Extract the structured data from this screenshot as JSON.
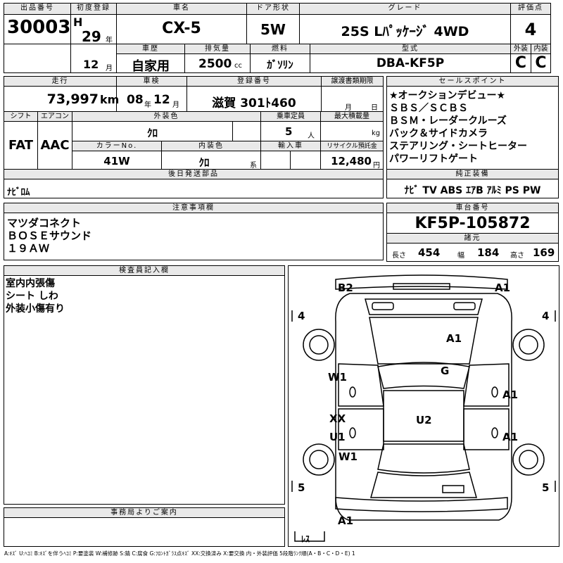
{
  "headers": {
    "lot_no": "出品番号",
    "first_reg": "初度登録",
    "car_name": "車名",
    "door": "ドア形状",
    "grade": "グレード",
    "score": "評価点",
    "history": "車歴",
    "displacement": "排気量",
    "fuel": "燃料",
    "model_code": "型式",
    "exterior": "外装",
    "interior": "内装",
    "mileage": "走行",
    "inspection": "車検",
    "reg_no": "登録番号",
    "transfer": "譲渡書類期限",
    "sales_points": "セールスポイント",
    "shift": "シフト",
    "aircon": "エアコン",
    "ext_color": "外装色",
    "capacity": "乗車定員",
    "max_load": "最大積載量",
    "color_no": "カラーNo.",
    "int_color": "内装色",
    "import": "輸入車",
    "recycle": "リサイクル預託金",
    "later_parts": "後日発送部品",
    "genuine_equip": "純正装備",
    "caution": "注意事項欄",
    "chassis_no": "車台番号",
    "dimensions": "諸元",
    "inspector": "検査員記入欄",
    "office": "事務局よりご案内"
  },
  "lot_no": "30003",
  "era": "H",
  "year": "29",
  "year_unit": "年",
  "month": "12",
  "month_unit": "月",
  "car_name": "CX-5",
  "door": "5W",
  "grade": "25S Lﾊﾟｯｹｰｼﾞ 4WD",
  "score": "4",
  "history": "自家用",
  "displacement": "2500",
  "displacement_unit": "cc",
  "fuel": "ｶﾞｿﾘﾝ",
  "model_code": "DBA-KF5P",
  "exterior_grade": "C",
  "interior_grade": "C",
  "mileage": "73,997",
  "mileage_unit": "km",
  "inspection_year": "08",
  "inspection_year_unit": "年",
  "inspection_month": "12",
  "inspection_month_unit": "月",
  "reg_no": "滋賀 301ﾄ460",
  "transfer_month_unit": "月",
  "transfer_day_unit": "日",
  "shift": "FAT",
  "aircon": "AAC",
  "ext_color": "ｸﾛ",
  "capacity": "5",
  "capacity_unit": "人",
  "max_load_unit": "kg",
  "color_no": "41W",
  "int_color": "ｸﾛ",
  "int_color_unit": "系",
  "recycle": "12,480",
  "recycle_unit": "円",
  "later_parts": "ﾅﾋﾞﾛﾑ",
  "sales_points": [
    "★オークションデビュー★",
    "ＳＢＳ／ＳＣＢＳ",
    "ＢＳＭ・レーダークルーズ",
    "バック＆サイドカメラ",
    "ステアリング・シートヒーター",
    "パワーリフトゲート"
  ],
  "genuine_equip": "ﾅﾋﾞ TV ABS ｴｱB ｱﾙﾐ PS PW",
  "caution_notes": [
    "マツダコネクト",
    "ＢＯＳＥサウンド",
    "１９ＡＷ"
  ],
  "chassis_no": "KF5P-105872",
  "dims": {
    "length_label": "長さ",
    "length": "454",
    "width_label": "幅",
    "width": "184",
    "height_label": "高さ",
    "height": "169"
  },
  "inspector_notes": [
    "室内内張傷",
    "シート しわ",
    "外装小傷有り"
  ],
  "diagram": {
    "b2": "B2",
    "a1_top": "A1",
    "tire_fl": "4",
    "tire_fr": "4",
    "a1_hood": "A1",
    "g": "G",
    "w1_l": "W1",
    "a1_r1": "A1",
    "xx": "XX",
    "u2": "U2",
    "u1": "U1",
    "a1_r2": "A1",
    "w1_l2": "W1",
    "tire_rl": "5",
    "tire_rr": "5",
    "a1_rear": "A1",
    "less": "ﾚｽ"
  },
  "legend": "A:ｷｽﾞ U:ﾍｺﾐ B:ｷｽﾞを伴うﾍｺﾐ P:要塗装 W:補修跡 S:錆 C:腐食 G:ﾌﾛﾝﾄｶﾞﾗｽ点ｷｽﾞ XX:交換済み X:要交換 内・外装評価 5段階ﾗﾝｸ順(A・B・C・D・E) 1"
}
